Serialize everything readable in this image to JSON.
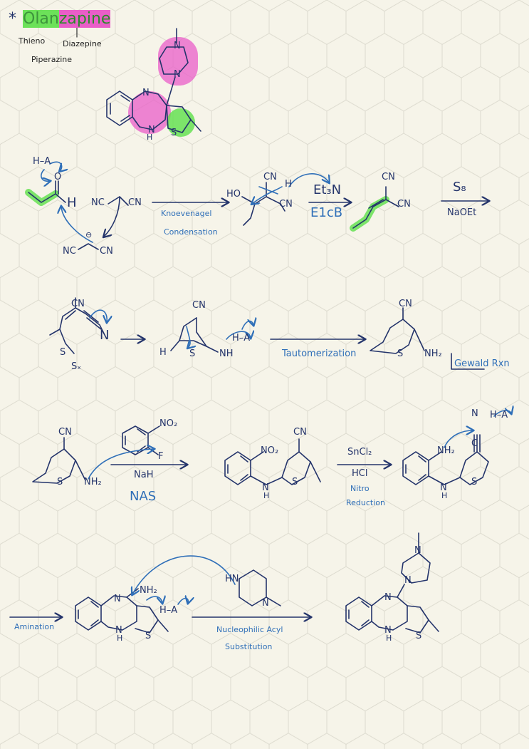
{
  "header": {
    "star": "*",
    "title_part1": "Olan",
    "title_part2": "zapine",
    "label_thieno": "Thieno",
    "label_diazepine": "Diazepine",
    "label_piperazine": "Piperazine"
  },
  "atoms": {
    "N": "N",
    "H": "H",
    "S": "S",
    "CN": "CN",
    "NC": "NC",
    "HN": "HN",
    "NH": "NH",
    "NH2": "NH₂",
    "NO2": "NO₂",
    "F": "F",
    "O": "O",
    "HO": "HO",
    "HA": "H–A",
    "Sx": "Sₓ",
    "C": "C",
    "minus": "⊖"
  },
  "reagents": {
    "knoevenagel_1": "Knoevenagel",
    "knoevenagel_2": "Condensation",
    "et3n": "Et₃N",
    "e1cb": "E1cB",
    "s8": "S₈",
    "naoet": "NaOEt",
    "tautomerization": "Tautomerization",
    "gewald": "Gewald Rxn",
    "nah": "NaH",
    "nas": "NAS",
    "sncl2": "SnCl₂",
    "hcl": "HCl",
    "nitro_1": "Nitro",
    "nitro_2": "Reduction",
    "amination": "Amination",
    "nas_acyl_1": "Nucleophilic Acyl",
    "nas_acyl_2": "Substitution"
  },
  "colors": {
    "ink": "#24346b",
    "blue": "#2f6fb8",
    "magenta": "#e95ec8",
    "green": "#5ee04a",
    "background": "#f6f4e9",
    "grid": "#dcdace"
  }
}
